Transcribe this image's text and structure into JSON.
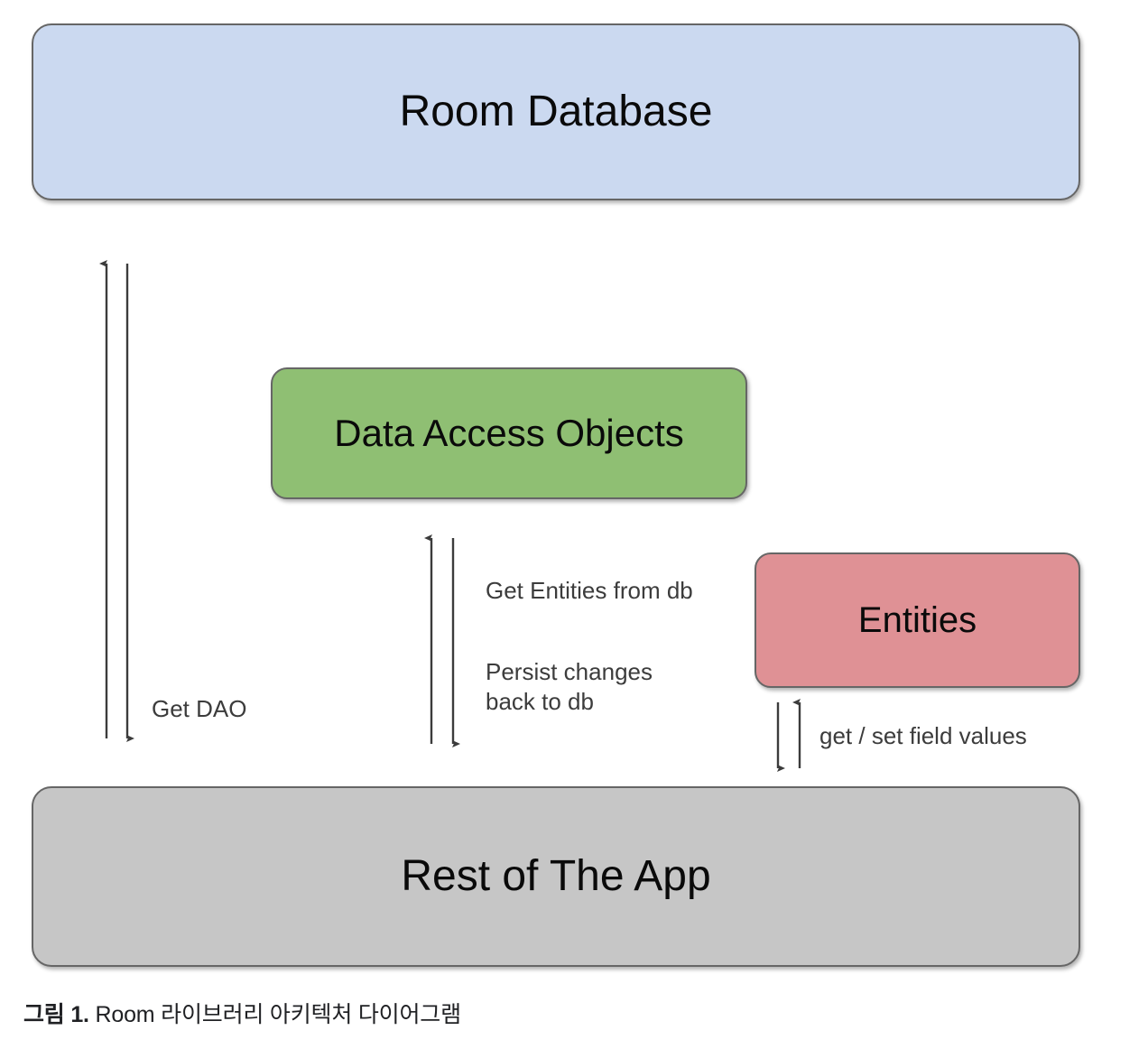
{
  "diagram": {
    "title": "Room library architecture diagram",
    "nodes": [
      {
        "id": "room-database",
        "label": "Room Database",
        "color": "#cbd9f0"
      },
      {
        "id": "dao",
        "label": "Data Access Objects",
        "color": "#8fbf73"
      },
      {
        "id": "entities",
        "label": "Entities",
        "color": "#df9195"
      },
      {
        "id": "rest-of-app",
        "label": "Rest of The App",
        "color": "#c6c6c6"
      }
    ],
    "edges": [
      {
        "id": "get-dao",
        "label": "Get DAO",
        "from": "rest-of-app",
        "to": "room-database",
        "direction": "bidirectional"
      },
      {
        "id": "get-entities",
        "label": "Get Entities from db",
        "from": "dao",
        "to": "rest-of-app",
        "direction": "up"
      },
      {
        "id": "persist-changes",
        "label": "Persist changes\nback to db",
        "from": "rest-of-app",
        "to": "dao",
        "direction": "down"
      },
      {
        "id": "get-set-field-values",
        "label": "get / set field values",
        "from": "entities",
        "to": "rest-of-app",
        "direction": "bidirectional"
      }
    ],
    "stroke_color": "#3c3c3c",
    "border_color": "#666666"
  },
  "caption": {
    "number": "그림 1.",
    "text": " Room 라이브러리 아키텍처 다이어그램"
  }
}
